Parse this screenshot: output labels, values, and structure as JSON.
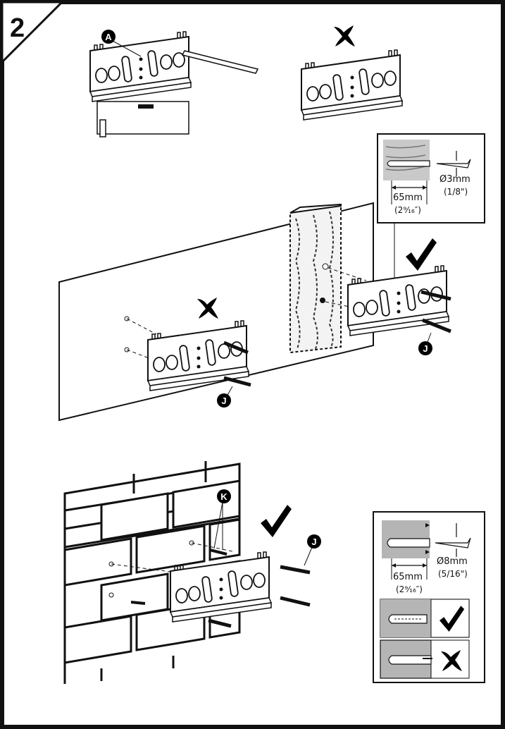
{
  "step": {
    "number": "2"
  },
  "markers": {
    "A": "A",
    "J": "J",
    "K": "K"
  },
  "wood_detail": {
    "depth_label": "65mm",
    "depth_imperial_label": "(2⁹⁄₁₆″)",
    "drill_label": "Ø3mm",
    "drill_imperial_label": "(1/8\")"
  },
  "masonry_detail": {
    "depth_label": "65mm",
    "depth_imperial_label": "(2⁹⁄₁₆″)",
    "drill_label": "Ø8mm",
    "drill_imperial_label": "(5/16\")"
  },
  "icons": {
    "correct": "check-icon",
    "incorrect": "cross-icon"
  },
  "colors": {
    "line": "#111111",
    "mark_fill": "#000000",
    "masonry_gray": "#b5b5b5",
    "wood_gray": "#c9c9c9",
    "brick_fill": "#ffffff"
  }
}
